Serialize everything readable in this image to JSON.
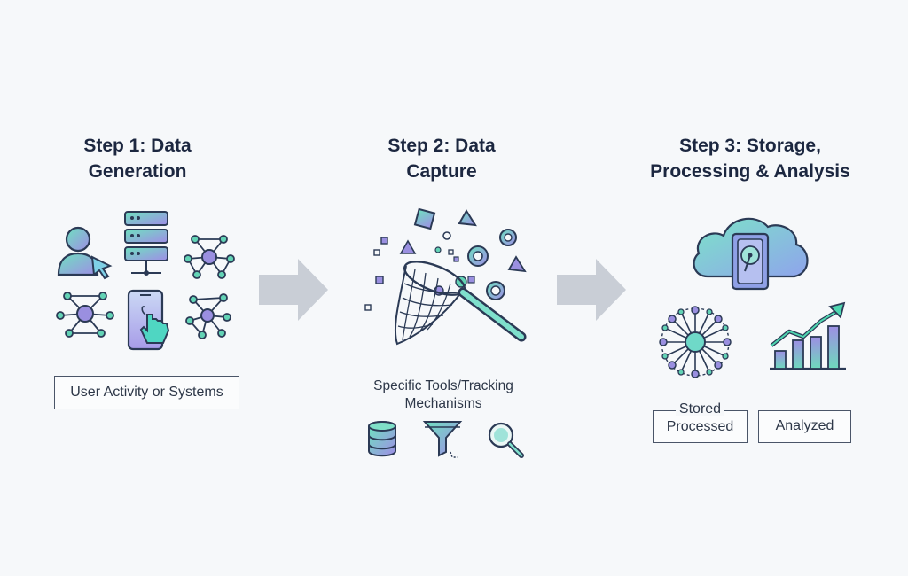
{
  "steps": [
    {
      "title_line1": "Step 1: Data",
      "title_line2": "Generation",
      "label": "User Activity or Systems",
      "icons": [
        "user-cursor-icon",
        "server-rack-icon",
        "network-node-icon",
        "network-node-icon",
        "smartphone-tap-icon",
        "network-node-icon"
      ]
    },
    {
      "title_line1": "Step 2: Data",
      "title_line2": "Capture",
      "caption_line1": "Specific Tools/Tracking",
      "caption_line2": "Mechanisms",
      "icons": [
        "capture-net-icon",
        "database-icon",
        "funnel-icon",
        "magnifier-icon"
      ]
    },
    {
      "title_line1": "Step 3: Storage,",
      "title_line2": "Processing & Analysis",
      "labels": {
        "stored": "Stored",
        "processed": "Processed",
        "analyzed": "Analyzed"
      },
      "icons": [
        "cloud-storage-icon",
        "neural-network-icon",
        "growth-chart-icon"
      ]
    }
  ],
  "colors": {
    "outline": "#2b3a55",
    "teal": "#63d3b5",
    "purple": "#9a8fe0",
    "arrow": "#c9ced6"
  }
}
